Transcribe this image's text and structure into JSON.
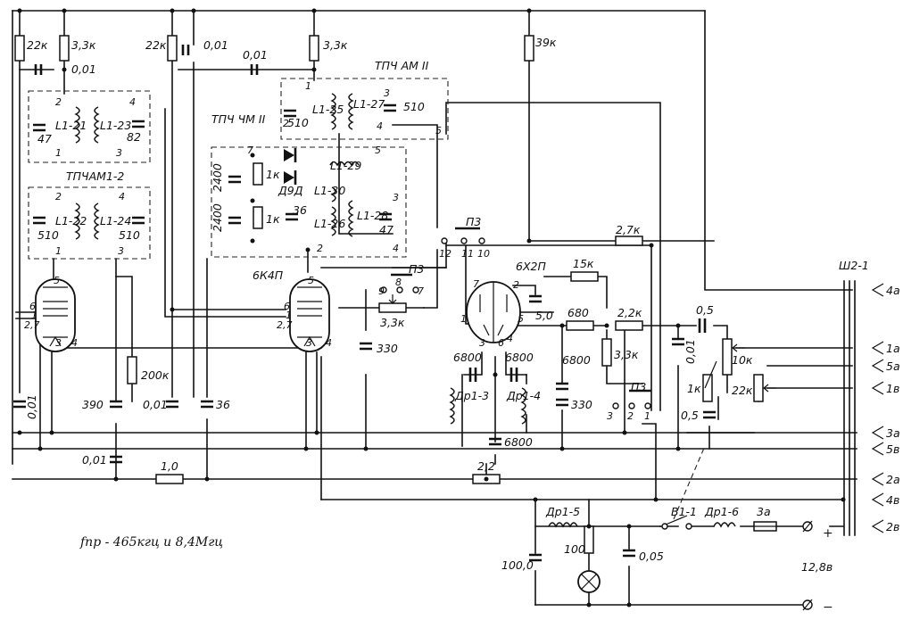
{
  "footnote": "fпр - 465кгц и 8,4Мгц",
  "supply": {
    "voltage": "12,8в",
    "plus": "+",
    "minus": "−"
  },
  "blocks": {
    "tpch_am1_1": "",
    "tpch_am1_2": "ТПЧАМ1-2",
    "tpch_chm2": "ТПЧ ЧМ II",
    "tpch_am2": "ТПЧ АМ II"
  },
  "tubes": {
    "v1": "",
    "v2": "6К4П",
    "v3": "6Х2П"
  },
  "connector": {
    "name": "Ш2-1",
    "pins": [
      "4а",
      "1а",
      "5а",
      "1в",
      "3а",
      "5в",
      "2а",
      "4в",
      "2в"
    ]
  },
  "resistors": {
    "r_22k_a": "22к",
    "r_3_3k_a": "3,3к",
    "r_22k_b": "22к",
    "r_3_3k_b": "3,3к",
    "r_39k": "39к",
    "r_200k": "200к",
    "r_1k_a": "1к",
    "r_1k_b": "1к",
    "r_2_7k": "2,7к",
    "r_15k": "15к",
    "r_680": "680",
    "r_2_2k": "2,2к",
    "r_3_3k_c": "3,3к",
    "r_3_3k_pot": "3,3к",
    "r_10k": "10к",
    "r_22k_pot": "22к",
    "r_1k_c": "1к",
    "r_1_0": "1,0",
    "r_2_2": "2,2",
    "r_100": "100"
  },
  "capacitors": {
    "c_0_01_a": "0,01",
    "c_0_01_b": "0,01",
    "c_0_01_c": "0,01",
    "c_47": "47",
    "c_82": "82",
    "c_510_a": "510",
    "c_510_b": "510",
    "c_510_c": "510",
    "c_510_d": "510",
    "c_2400_a": "2400",
    "c_2400_b": "2400",
    "c_36_a": "36",
    "c_47_b": "47",
    "c_0_01_d": "0,01",
    "c_390": "390",
    "c_0_01_e": "0,01",
    "c_0_01_f": "0,01",
    "c_36_b": "36",
    "c_330_a": "330",
    "c_5_0": "5,0",
    "c_6800_a": "6800",
    "c_6800_b": "6800",
    "c_6800_c": "6800",
    "c_330_b": "330",
    "c_6800_d": "6800",
    "c_0_5_a": "0,5",
    "c_0_01_g": "0,01",
    "c_0_5_b": "0,5",
    "c_100": "100,0",
    "c_0_05": "0,05"
  },
  "coils": {
    "l21": "L1-21",
    "l23": "L1-23",
    "l22": "L1-22",
    "l24": "L1-24",
    "l25": "L1-25",
    "l27": "L1-27",
    "l29": "L1-29",
    "l30": "L1-30",
    "l26": "L1-26",
    "l28": "L1-28",
    "dr3": "Др1-3",
    "dr4": "Др1-4",
    "dr5": "Др1-5",
    "dr6": "Др1-6"
  },
  "misc": {
    "diode": "Д9Д",
    "switch_p3_a": "П3",
    "switch_p3_b": "П3",
    "switch_p3_c": "П3",
    "switch_b1": "В1-1",
    "fuse": "3а"
  },
  "pins": {
    "p2": "2",
    "p4": "4",
    "p3": "3",
    "p1": "1",
    "p5": "5",
    "p6": "6",
    "p7": "7",
    "p8": "8",
    "p9": "9",
    "p10": "10",
    "p11": "11",
    "p12": "12",
    "p27": "2,7"
  }
}
